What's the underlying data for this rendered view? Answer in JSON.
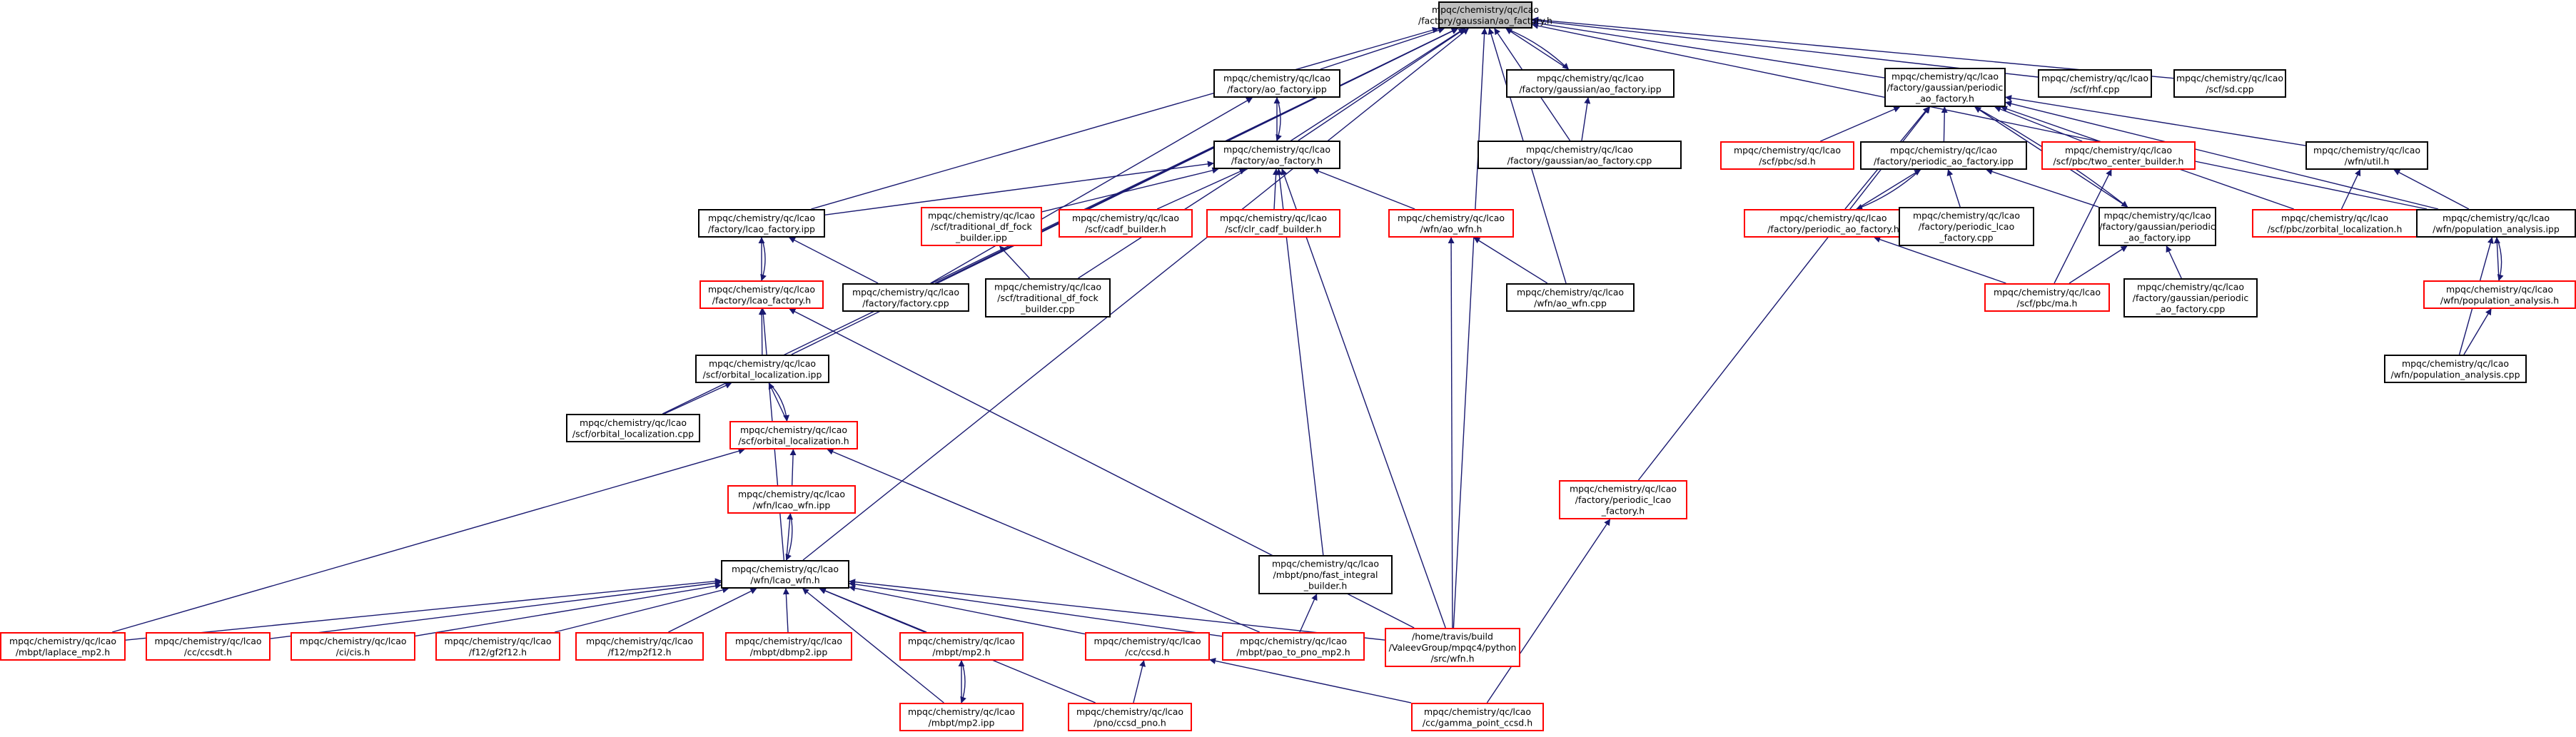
{
  "colors": {
    "edge": "#191970",
    "root_fill": "#bfbfbf",
    "root_border": "#000000",
    "documented_border": "#000000",
    "undocumented_border": "#ff0000",
    "node_fill": "#ffffff"
  },
  "nodes": [
    {
      "id": "n0",
      "lines": [
        "mpqc/chemistry/qc/lcao",
        "/factory/gaussian/ao_factory.h"
      ],
      "style": "root"
    },
    {
      "id": "n1",
      "lines": [
        "mpqc/chemistry/qc/lcao",
        "/factory/ao_factory.ipp"
      ],
      "style": "black"
    },
    {
      "id": "n2",
      "lines": [
        "mpqc/chemistry/qc/lcao",
        "/factory/gaussian/ao_factory.ipp"
      ],
      "style": "black"
    },
    {
      "id": "n3",
      "lines": [
        "mpqc/chemistry/qc/lcao",
        "/factory/gaussian/periodic",
        "_ao_factory.h"
      ],
      "style": "black"
    },
    {
      "id": "n4",
      "lines": [
        "mpqc/chemistry/qc/lcao",
        "/scf/rhf.cpp"
      ],
      "style": "black"
    },
    {
      "id": "n5",
      "lines": [
        "mpqc/chemistry/qc/lcao",
        "/scf/sd.cpp"
      ],
      "style": "black"
    },
    {
      "id": "n6",
      "lines": [
        "mpqc/chemistry/qc/lcao",
        "/factory/ao_factory.h"
      ],
      "style": "black"
    },
    {
      "id": "n7",
      "lines": [
        "mpqc/chemistry/qc/lcao",
        "/factory/gaussian/ao_factory.cpp"
      ],
      "style": "black"
    },
    {
      "id": "n8",
      "lines": [
        "mpqc/chemistry/qc/lcao",
        "/scf/pbc/sd.h"
      ],
      "style": "red"
    },
    {
      "id": "n9",
      "lines": [
        "mpqc/chemistry/qc/lcao",
        "/factory/periodic_ao_factory.ipp"
      ],
      "style": "black"
    },
    {
      "id": "n10",
      "lines": [
        "mpqc/chemistry/qc/lcao",
        "/scf/pbc/two_center_builder.h"
      ],
      "style": "red"
    },
    {
      "id": "n11",
      "lines": [
        "mpqc/chemistry/qc/lcao",
        "/wfn/util.h"
      ],
      "style": "black"
    },
    {
      "id": "n12",
      "lines": [
        "mpqc/chemistry/qc/lcao",
        "/factory/lcao_factory.ipp"
      ],
      "style": "black"
    },
    {
      "id": "n13",
      "lines": [
        "mpqc/chemistry/qc/lcao",
        "/scf/traditional_df_fock",
        "_builder.ipp"
      ],
      "style": "red"
    },
    {
      "id": "n14",
      "lines": [
        "mpqc/chemistry/qc/lcao",
        "/scf/cadf_builder.h"
      ],
      "style": "red"
    },
    {
      "id": "n15",
      "lines": [
        "mpqc/chemistry/qc/lcao",
        "/scf/clr_cadf_builder.h"
      ],
      "style": "red"
    },
    {
      "id": "n16",
      "lines": [
        "mpqc/chemistry/qc/lcao",
        "/wfn/ao_wfn.h"
      ],
      "style": "red"
    },
    {
      "id": "n17",
      "lines": [
        "mpqc/chemistry/qc/lcao",
        "/factory/periodic_ao_factory.h"
      ],
      "style": "red"
    },
    {
      "id": "n18",
      "lines": [
        "mpqc/chemistry/qc/lcao",
        "/factory/periodic_lcao",
        "_factory.cpp"
      ],
      "style": "black"
    },
    {
      "id": "n19",
      "lines": [
        "mpqc/chemistry/qc/lcao",
        "/factory/gaussian/periodic",
        "_ao_factory.ipp"
      ],
      "style": "black"
    },
    {
      "id": "n20",
      "lines": [
        "mpqc/chemistry/qc/lcao",
        "/scf/pbc/zorbital_localization.h"
      ],
      "style": "red"
    },
    {
      "id": "n21",
      "lines": [
        "mpqc/chemistry/qc/lcao",
        "/wfn/population_analysis.ipp"
      ],
      "style": "black"
    },
    {
      "id": "n22",
      "lines": [
        "mpqc/chemistry/qc/lcao",
        "/factory/lcao_factory.h"
      ],
      "style": "red"
    },
    {
      "id": "n23",
      "lines": [
        "mpqc/chemistry/qc/lcao",
        "/factory/factory.cpp"
      ],
      "style": "black"
    },
    {
      "id": "n24",
      "lines": [
        "mpqc/chemistry/qc/lcao",
        "/scf/traditional_df_fock",
        "_builder.cpp"
      ],
      "style": "black"
    },
    {
      "id": "n25",
      "lines": [
        "mpqc/chemistry/qc/lcao",
        "/wfn/ao_wfn.cpp"
      ],
      "style": "black"
    },
    {
      "id": "n26",
      "lines": [
        "mpqc/chemistry/qc/lcao",
        "/scf/pbc/ma.h"
      ],
      "style": "red"
    },
    {
      "id": "n27",
      "lines": [
        "mpqc/chemistry/qc/lcao",
        "/factory/gaussian/periodic",
        "_ao_factory.cpp"
      ],
      "style": "black"
    },
    {
      "id": "n28",
      "lines": [
        "mpqc/chemistry/qc/lcao",
        "/wfn/population_analysis.h"
      ],
      "style": "red"
    },
    {
      "id": "n29",
      "lines": [
        "mpqc/chemistry/qc/lcao",
        "/scf/orbital_localization.ipp"
      ],
      "style": "black"
    },
    {
      "id": "n30",
      "lines": [
        "mpqc/chemistry/qc/lcao",
        "/wfn/population_analysis.cpp"
      ],
      "style": "black"
    },
    {
      "id": "n31",
      "lines": [
        "mpqc/chemistry/qc/lcao",
        "/scf/orbital_localization.cpp"
      ],
      "style": "black"
    },
    {
      "id": "n32",
      "lines": [
        "mpqc/chemistry/qc/lcao",
        "/scf/orbital_localization.h"
      ],
      "style": "red"
    },
    {
      "id": "n33",
      "lines": [
        "mpqc/chemistry/qc/lcao",
        "/factory/periodic_lcao",
        "_factory.h"
      ],
      "style": "red"
    },
    {
      "id": "n34",
      "lines": [
        "mpqc/chemistry/qc/lcao",
        "/wfn/lcao_wfn.ipp"
      ],
      "style": "red"
    },
    {
      "id": "n35",
      "lines": [
        "mpqc/chemistry/qc/lcao",
        "/mbpt/pno/fast_integral",
        "_builder.h"
      ],
      "style": "black"
    },
    {
      "id": "n36",
      "lines": [
        "mpqc/chemistry/qc/lcao",
        "/wfn/lcao_wfn.h"
      ],
      "style": "black"
    },
    {
      "id": "n37",
      "lines": [
        "mpqc/chemistry/qc/lcao",
        "/mbpt/laplace_mp2.h"
      ],
      "style": "red"
    },
    {
      "id": "n38",
      "lines": [
        "mpqc/chemistry/qc/lcao",
        "/cc/ccsdt.h"
      ],
      "style": "red"
    },
    {
      "id": "n39",
      "lines": [
        "mpqc/chemistry/qc/lcao",
        "/ci/cis.h"
      ],
      "style": "red"
    },
    {
      "id": "n40",
      "lines": [
        "mpqc/chemistry/qc/lcao",
        "/f12/gf2f12.h"
      ],
      "style": "red"
    },
    {
      "id": "n41",
      "lines": [
        "mpqc/chemistry/qc/lcao",
        "/f12/mp2f12.h"
      ],
      "style": "red"
    },
    {
      "id": "n42",
      "lines": [
        "mpqc/chemistry/qc/lcao",
        "/mbpt/dbmp2.ipp"
      ],
      "style": "red"
    },
    {
      "id": "n43",
      "lines": [
        "mpqc/chemistry/qc/lcao",
        "/mbpt/mp2.h"
      ],
      "style": "red"
    },
    {
      "id": "n44",
      "lines": [
        "mpqc/chemistry/qc/lcao",
        "/cc/ccsd.h"
      ],
      "style": "red"
    },
    {
      "id": "n45",
      "lines": [
        "mpqc/chemistry/qc/lcao",
        "/mbpt/pao_to_pno_mp2.h"
      ],
      "style": "red"
    },
    {
      "id": "n46",
      "lines": [
        "/home/travis/build",
        "/ValeevGroup/mpqc4/python",
        "/src/wfn.h"
      ],
      "style": "red"
    },
    {
      "id": "n47",
      "lines": [
        "mpqc/chemistry/qc/lcao",
        "/cc/gamma_point_ccsd.h"
      ],
      "style": "red"
    },
    {
      "id": "n48",
      "lines": [
        "mpqc/chemistry/qc/lcao",
        "/mbpt/mp2.ipp"
      ],
      "style": "red"
    },
    {
      "id": "n49",
      "lines": [
        "mpqc/chemistry/qc/lcao",
        "/pno/ccsd_pno.h"
      ],
      "style": "red"
    }
  ],
  "edges": [
    [
      "n0",
      "n1"
    ],
    [
      "n0",
      "n2"
    ],
    [
      "n0",
      "n3"
    ],
    [
      "n0",
      "n4"
    ],
    [
      "n0",
      "n5"
    ],
    [
      "n0",
      "n6"
    ],
    [
      "n0",
      "n7"
    ],
    [
      "n0",
      "n12"
    ],
    [
      "n0",
      "n23"
    ],
    [
      "n0",
      "n24"
    ],
    [
      "n0",
      "n25"
    ],
    [
      "n0",
      "n29"
    ],
    [
      "n0",
      "n31"
    ],
    [
      "n0",
      "n36"
    ],
    [
      "n0",
      "n21"
    ],
    [
      "n0",
      "n46"
    ],
    [
      "n1",
      "n6"
    ],
    [
      "n1",
      "n23"
    ],
    [
      "n2",
      "n0"
    ],
    [
      "n2",
      "n7"
    ],
    [
      "n3",
      "n8"
    ],
    [
      "n3",
      "n9"
    ],
    [
      "n3",
      "n10"
    ],
    [
      "n3",
      "n11"
    ],
    [
      "n3",
      "n17"
    ],
    [
      "n3",
      "n19"
    ],
    [
      "n3",
      "n20"
    ],
    [
      "n3",
      "n21"
    ],
    [
      "n3",
      "n33"
    ],
    [
      "n6",
      "n1"
    ],
    [
      "n6",
      "n12"
    ],
    [
      "n6",
      "n13"
    ],
    [
      "n6",
      "n14"
    ],
    [
      "n6",
      "n15"
    ],
    [
      "n6",
      "n16"
    ],
    [
      "n6",
      "n35"
    ],
    [
      "n6",
      "n46"
    ],
    [
      "n9",
      "n17"
    ],
    [
      "n9",
      "n18"
    ],
    [
      "n9",
      "n19"
    ],
    [
      "n10",
      "n26"
    ],
    [
      "n11",
      "n20"
    ],
    [
      "n11",
      "n21"
    ],
    [
      "n12",
      "n22"
    ],
    [
      "n12",
      "n23"
    ],
    [
      "n13",
      "n24"
    ],
    [
      "n16",
      "n25"
    ],
    [
      "n16",
      "n46"
    ],
    [
      "n17",
      "n9"
    ],
    [
      "n17",
      "n26"
    ],
    [
      "n19",
      "n3"
    ],
    [
      "n19",
      "n26"
    ],
    [
      "n19",
      "n27"
    ],
    [
      "n21",
      "n28"
    ],
    [
      "n21",
      "n30"
    ],
    [
      "n22",
      "n12"
    ],
    [
      "n22",
      "n29"
    ],
    [
      "n22",
      "n36"
    ],
    [
      "n22",
      "n46"
    ],
    [
      "n28",
      "n21"
    ],
    [
      "n28",
      "n30"
    ],
    [
      "n29",
      "n31"
    ],
    [
      "n29",
      "n32"
    ],
    [
      "n32",
      "n29"
    ],
    [
      "n32",
      "n34"
    ],
    [
      "n32",
      "n37"
    ],
    [
      "n32",
      "n45"
    ],
    [
      "n33",
      "n47"
    ],
    [
      "n34",
      "n36"
    ],
    [
      "n35",
      "n45"
    ],
    [
      "n36",
      "n34"
    ],
    [
      "n36",
      "n37"
    ],
    [
      "n36",
      "n38"
    ],
    [
      "n36",
      "n39"
    ],
    [
      "n36",
      "n40"
    ],
    [
      "n36",
      "n41"
    ],
    [
      "n36",
      "n42"
    ],
    [
      "n36",
      "n43"
    ],
    [
      "n36",
      "n44"
    ],
    [
      "n36",
      "n45"
    ],
    [
      "n36",
      "n46"
    ],
    [
      "n36",
      "n48"
    ],
    [
      "n36",
      "n49"
    ],
    [
      "n43",
      "n48"
    ],
    [
      "n44",
      "n47"
    ],
    [
      "n44",
      "n49"
    ],
    [
      "n48",
      "n43"
    ]
  ]
}
